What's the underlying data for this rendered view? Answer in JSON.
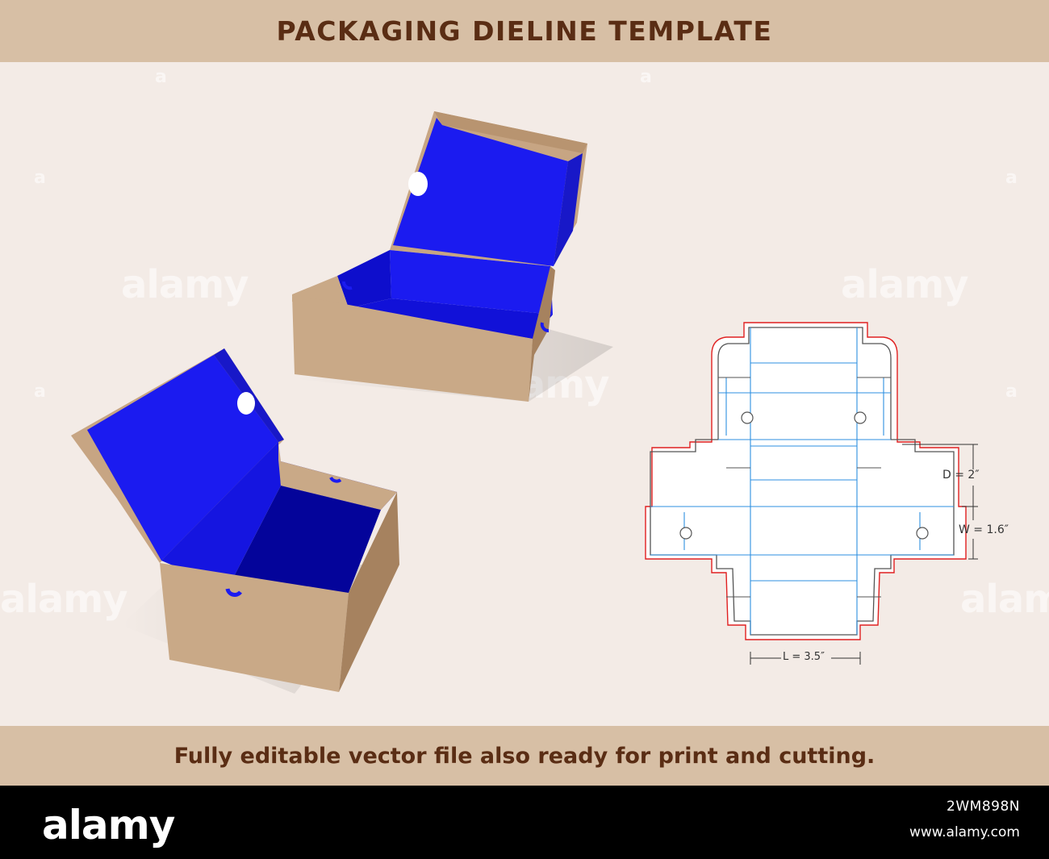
{
  "header": {
    "title": "PACKAGING DIELINE TEMPLATE"
  },
  "dieline": {
    "depth_label": "D = 2″",
    "width_label": "W = 1.6″",
    "length_label": "L = 3.5″"
  },
  "footer": {
    "caption": "Fully editable vector file also ready for print and cutting."
  },
  "watermark": {
    "text": "alamy",
    "small": "a"
  },
  "stock_bar": {
    "logo": "alamy",
    "image_id": "2WM898N",
    "url": "www.alamy.com"
  },
  "colors": {
    "header_bg": "#d7bfa5",
    "header_text": "#5a2d14",
    "page_bg": "#f3ebe6",
    "kraft": "#c9a987",
    "box_interior_blue": "#1b1bf0",
    "cut_line": "#e02020",
    "fold_line": "#2d8fe0"
  }
}
